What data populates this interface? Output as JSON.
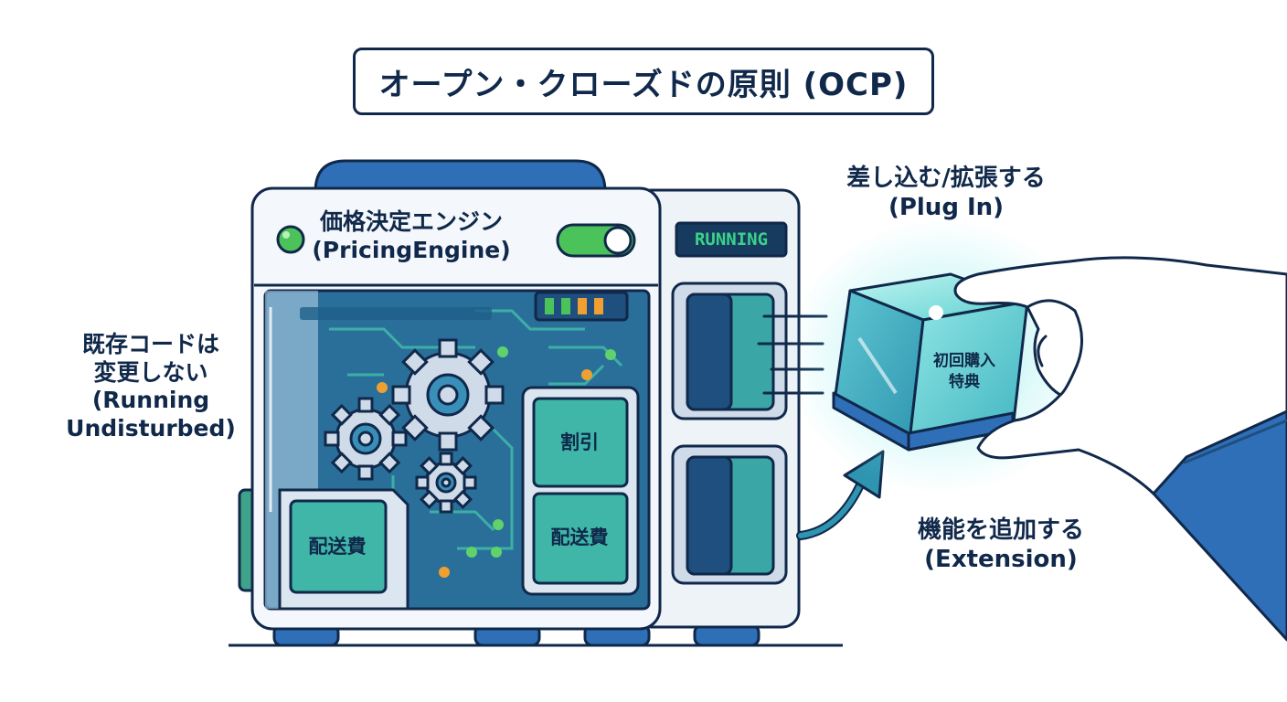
{
  "title": "オープン・クローズドの原則 (OCP)",
  "engine": {
    "name_ja": "価格決定エンジン",
    "name_en": "(PricingEngine)",
    "status": "RUNNING",
    "modules": {
      "discount": "割引",
      "shipping_right": "配送費",
      "shipping_left": "配送費"
    }
  },
  "labels": {
    "existing": {
      "line1": "既存コードは",
      "line2": "変更しない",
      "line3": "(Running",
      "line4": "Undisturbed)"
    },
    "plugin": {
      "ja": "差し込む/拡張する",
      "en": "(Plug In)"
    },
    "extension": {
      "ja": "機能を追加する",
      "en": "(Extension)"
    }
  },
  "new_module": {
    "line1": "初回購入",
    "line2": "特典"
  },
  "icons": {
    "status_led": "status-led-icon",
    "toggle": "toggle-switch-icon",
    "gears": "gear-icon",
    "hand": "hand-icon",
    "arrow": "curved-arrow-icon"
  },
  "colors": {
    "outline": "#10284a",
    "machine_blue": "#2f6fb8",
    "teal": "#3fb6a8",
    "circuit_bg": "#2a6f9a",
    "led_green": "#4cc35a",
    "cube_glow": "#7ee8e8"
  }
}
